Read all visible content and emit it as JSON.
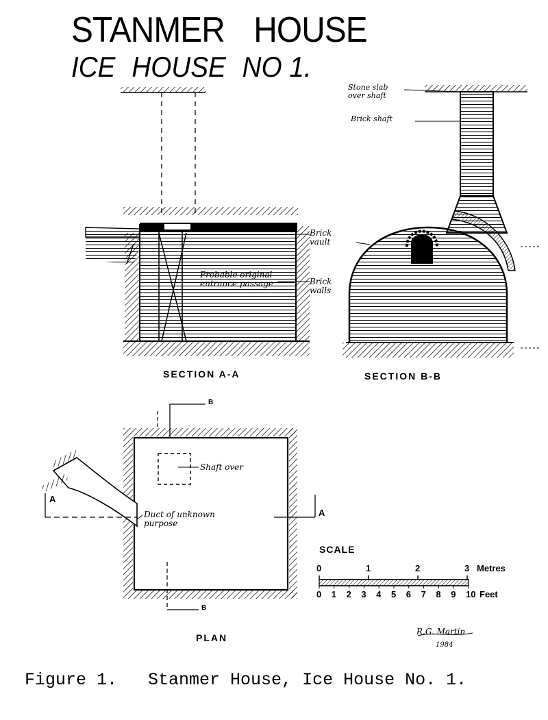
{
  "title": {
    "line1_part1": "STANMER",
    "line1_part2": "HOUSE",
    "line2_part1": "ICE",
    "line2_part2": "HOUSE",
    "line2_part3": "NO 1."
  },
  "section_aa": {
    "caption": "SECTION   A-A",
    "label_brick_vault": "Brick vault",
    "label_brick_walls": "Brick walls",
    "label_entrance": "Probable original entrance passage"
  },
  "section_bb": {
    "caption": "SECTION   B-B",
    "label_stone_slab": "Stone slab over shaft",
    "label_brick_shaft": "Brick shaft"
  },
  "plan": {
    "caption": "PLAN",
    "label_shaft_over": "Shaft over",
    "label_duct": "Duct of unknown purpose",
    "marker_a": "A",
    "marker_b": "B"
  },
  "scale": {
    "title": "SCALE",
    "metres_label": "Metres",
    "feet_label": "Feet",
    "metre_ticks": [
      "0",
      "1",
      "2",
      "3"
    ],
    "feet_ticks": [
      "0",
      "1",
      "2",
      "3",
      "4",
      "5",
      "6",
      "7",
      "8",
      "9",
      "10"
    ]
  },
  "signature": {
    "name": "R.G. Martin",
    "year": "1984"
  },
  "figure_caption": "Figure 1.   Stanmer House, Ice House No. 1."
}
